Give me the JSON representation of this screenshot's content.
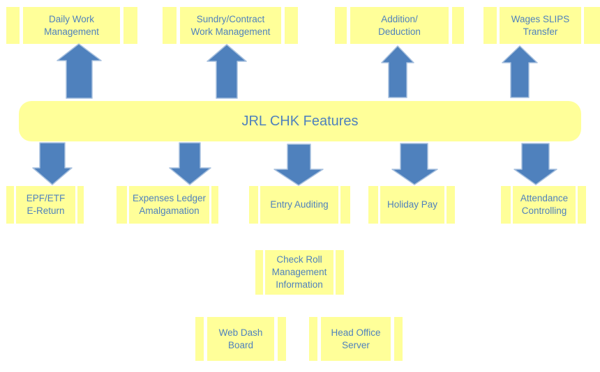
{
  "diagram": {
    "title": "JRL CHK Features",
    "top_nodes": [
      {
        "label": "Daily Work\nManagement"
      },
      {
        "label": "Sundry/Contract\nWork Management"
      },
      {
        "label": "Addition/\nDeduction"
      },
      {
        "label": "Wages SLIPS\nTransfer"
      }
    ],
    "bottom_nodes": [
      {
        "label": "EPF/ETF\nE-Return"
      },
      {
        "label": "Expenses Ledger\nAmalgamation"
      },
      {
        "label": "Entry Auditing"
      },
      {
        "label": "Holiday Pay"
      },
      {
        "label": "Attendance\nControlling"
      }
    ],
    "lower_nodes": [
      {
        "label": "Check Roll\nManagement\nInformation"
      },
      {
        "label": "Web Dash\nBoard"
      },
      {
        "label": "Head Office\nServer"
      }
    ],
    "arrows": {
      "up": {
        "icon": "up-block-arrow",
        "count": 4
      },
      "down": {
        "icon": "down-block-arrow",
        "count": 5
      }
    },
    "colors": {
      "node_fill": "#FFFF99",
      "text": "#4F81BD",
      "arrow_fill": "#4F81BD",
      "arrow_highlight": "#A7C0DE",
      "background": "#FFFFFF"
    }
  }
}
